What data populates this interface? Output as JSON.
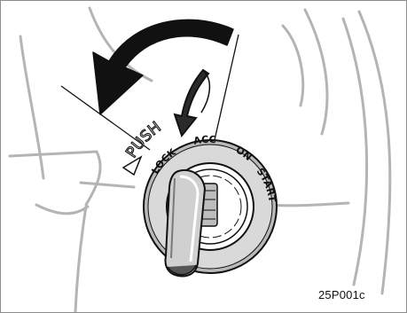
{
  "figure": {
    "code": "25P001c"
  },
  "switch_positions": {
    "lock": "LOCK",
    "acc": "ACC",
    "on": "ON",
    "start": "START"
  },
  "push_label": "PUSH",
  "icons": {
    "rotation_arrow": "curved-arrow-counterclockwise-icon",
    "push_arrow": "push-in-arrow-icon",
    "key": "ignition-key-icon"
  }
}
